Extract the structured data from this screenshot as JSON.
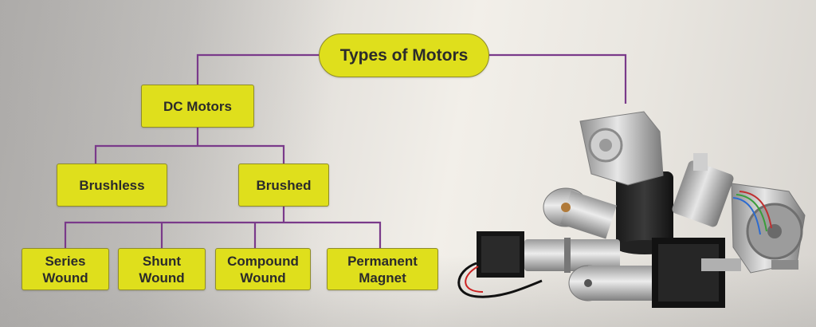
{
  "diagram": {
    "root": {
      "label": "Types of Motors"
    },
    "dc_motors": {
      "label": "DC Motors"
    },
    "brushless": {
      "label": "Brushless"
    },
    "brushed": {
      "label": "Brushed"
    },
    "leaves": [
      {
        "label": "Series\nWound"
      },
      {
        "label": "Shunt\nWound"
      },
      {
        "label": "Compound\nWound"
      },
      {
        "label": "Permanent\nMagnet"
      }
    ]
  },
  "colors": {
    "node_fill": "#dfdf1c",
    "node_border": "#8f8c2a",
    "connector": "#7a3a8a"
  },
  "illustration": {
    "name": "dc-motors-photo"
  }
}
